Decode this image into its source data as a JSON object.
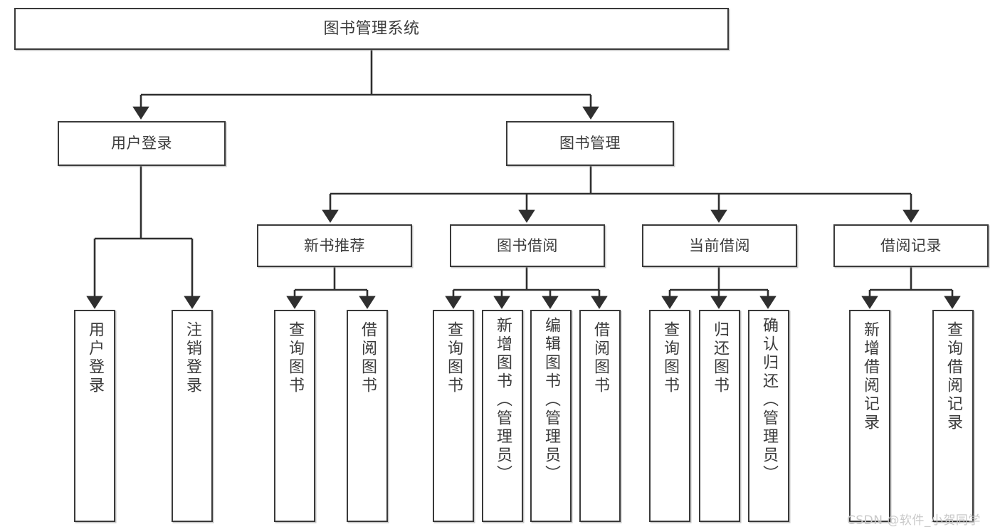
{
  "diagram": {
    "type": "tree-hierarchy",
    "title": "图书管理系统",
    "watermark": "CSDN @软件_小贺同学",
    "colors": {
      "background": "#ffffff",
      "node_border": "#3a3a3a",
      "node_fill": "#ffffff",
      "text": "#3b3b3b",
      "connector": "#2f2f2f",
      "watermark": "#c9c9c9"
    },
    "root": {
      "label": "图书管理系统"
    },
    "level2": [
      {
        "label": "用户登录"
      },
      {
        "label": "图书管理"
      }
    ],
    "level3": [
      {
        "label": "新书推荐"
      },
      {
        "label": "图书借阅"
      },
      {
        "label": "当前借阅"
      },
      {
        "label": "借阅记录"
      }
    ],
    "leaves": {
      "user_login": [
        {
          "label": "用户登录"
        },
        {
          "label": "注销登录"
        }
      ],
      "new_book_recommend": [
        {
          "label": "查询图书"
        },
        {
          "label": "借阅图书"
        }
      ],
      "book_borrow": [
        {
          "label": "查询图书"
        },
        {
          "label": "新增图书（管理员）"
        },
        {
          "label": "编辑图书（管理员）"
        },
        {
          "label": "借阅图书"
        }
      ],
      "current_borrow": [
        {
          "label": "查询图书"
        },
        {
          "label": "归还图书"
        },
        {
          "label": "确认归还（管理员）"
        }
      ],
      "borrow_record": [
        {
          "label": "新增借阅记录"
        },
        {
          "label": "查询借阅记录"
        }
      ]
    }
  }
}
